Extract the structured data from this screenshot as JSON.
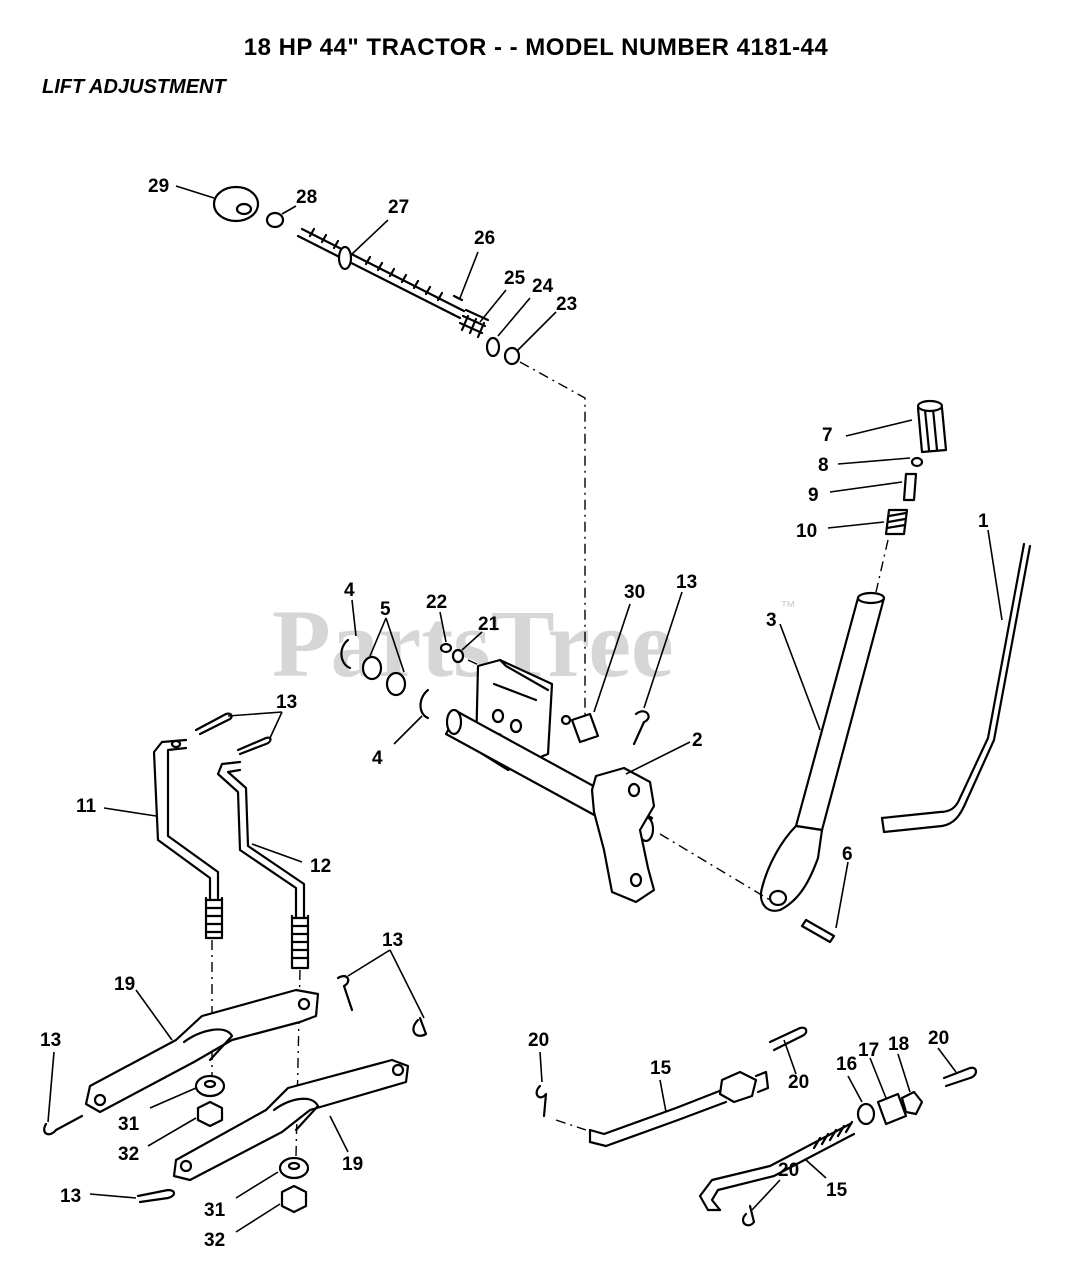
{
  "header": {
    "title": "18 HP 44\" TRACTOR - - MODEL NUMBER 4181-44",
    "section": "LIFT ADJUSTMENT"
  },
  "watermark": {
    "text": "PartsTree",
    "mark": "™",
    "color": "#cfcfcf"
  },
  "callouts": {
    "c29": "29",
    "c28": "28",
    "c27": "27",
    "c26": "26",
    "c25": "25",
    "c24": "24",
    "c23": "23",
    "c7": "7",
    "c8": "8",
    "c9": "9",
    "c10": "10",
    "c1": "1",
    "c3": "3",
    "c4a": "4",
    "c5": "5",
    "c22": "22",
    "c21": "21",
    "c30": "30",
    "c13a": "13",
    "c4b": "4",
    "c2": "2",
    "c13b": "13",
    "c11": "11",
    "c12": "12",
    "c6": "6",
    "c13c": "13",
    "c19a": "19",
    "c13d": "13",
    "c31a": "31",
    "c32a": "32",
    "c19b": "19",
    "c13e": "13",
    "c31b": "31",
    "c32b": "32",
    "c20a": "20",
    "c15a": "15",
    "c20b": "20",
    "c16": "16",
    "c17": "17",
    "c18": "18",
    "c20c": "20",
    "c20d": "20",
    "c15b": "15"
  }
}
